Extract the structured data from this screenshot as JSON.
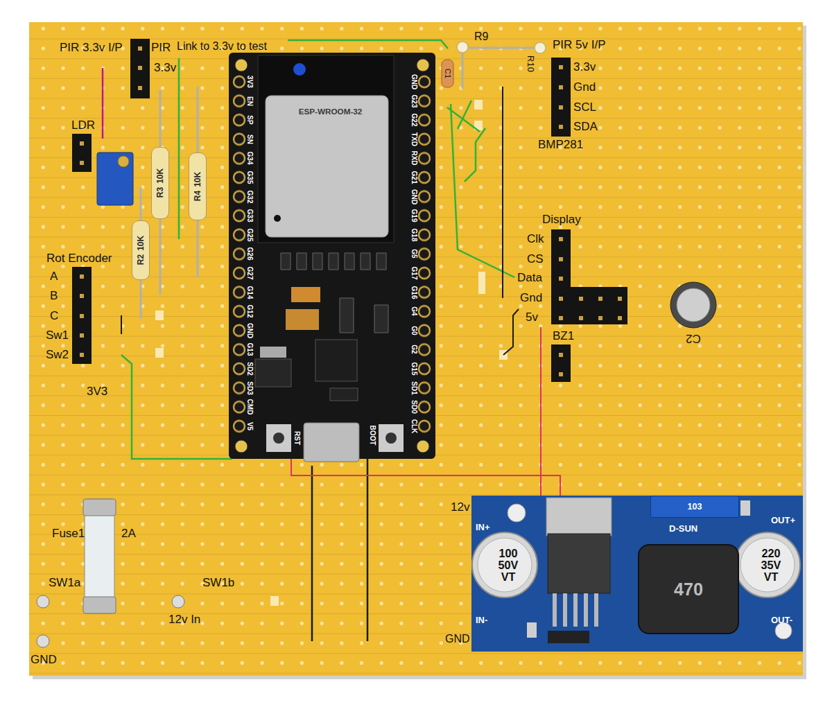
{
  "diagram": {
    "nodes": [
      {
        "text": [
          "R3",
          "10K"
        ]
      },
      {
        "text": [
          "R4",
          "10K"
        ]
      },
      {
        "text": [
          "ESP-WROOM-32"
        ]
      },
      {
        "text": [
          "R2",
          "10K"
        ]
      },
      {
        "text": [
          "IN+",
          "OUT+",
          "D-SUN",
          "IN-",
          "OUT-"
        ]
      },
      {
        "text": [
          "100",
          "50V",
          "VT"
        ],
        "in": 4
      },
      {
        "text": [
          "220",
          "35V",
          "VT"
        ],
        "in": 4
      },
      {
        "text": [
          "470"
        ],
        "in": 4
      },
      {
        "text": [
          "103"
        ],
        "in": 4
      }
    ],
    "labels": [
      "PIR 3.3v I/P",
      "PIR",
      "3.3v",
      "Link to 3.3v to test",
      "R9",
      "R10",
      "C1",
      "PIR 5v I/P",
      "3.3v",
      "Gnd",
      "SCL",
      "SDA",
      "BMP281",
      "LDR",
      "Rot Encoder",
      "A",
      "B",
      "C",
      "Sw1",
      "Sw2",
      "3V3",
      "Display",
      "Clk",
      "CS",
      "Data",
      "Gnd",
      "5v",
      "BZ1",
      "C2",
      "12v",
      "GND",
      "Fuse1",
      "2A",
      "SW1a",
      "SW1b",
      "12v In",
      "GND",
      "3V3",
      "EN",
      "SP",
      "SN",
      "G34",
      "G35",
      "G32",
      "G33",
      "G25",
      "G26",
      "G27",
      "G14",
      "G12",
      "GND",
      "G13",
      "SD2",
      "SD3",
      "CMD",
      "V5",
      "GND",
      "G23",
      "G22",
      "TXD",
      "RXD",
      "G21",
      "GND",
      "G19",
      "G18",
      "G5",
      "G17",
      "G16",
      "G4",
      "G0",
      "G2",
      "G15",
      "SD1",
      "SD0",
      "CLK",
      "RST",
      "BOOT"
    ]
  }
}
